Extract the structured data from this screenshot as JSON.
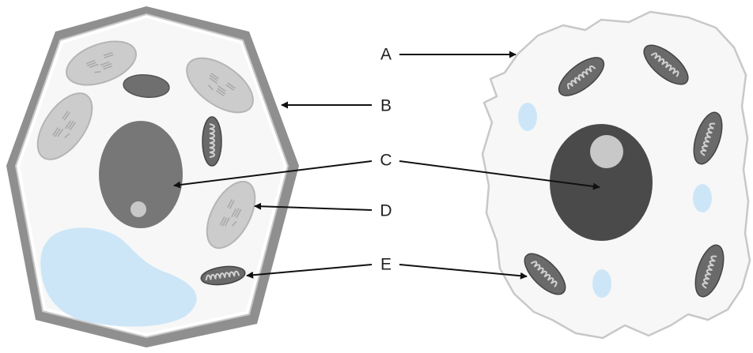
{
  "labels": {
    "A": "A",
    "B": "B",
    "C": "C",
    "D": "D",
    "E": "E"
  },
  "colors": {
    "cell_wall": "#8f8f8f",
    "wall_inner_line": "#c9c9c9",
    "cytoplasm": "#f7f7f7",
    "membrane_outline": "#c8c8c8",
    "nucleus_plant": "#777777",
    "nucleus_animal": "#4a4a4a",
    "nucleolus": "#c8c8c8",
    "chloroplast": "#cccccc",
    "chloroplast_outline": "#b5b5b5",
    "mitochondrion": "#6a6a6a",
    "mitochondrion_cristae": "#d0d0d0",
    "vacuole": "#cde6f7",
    "arrow": "#111111"
  }
}
